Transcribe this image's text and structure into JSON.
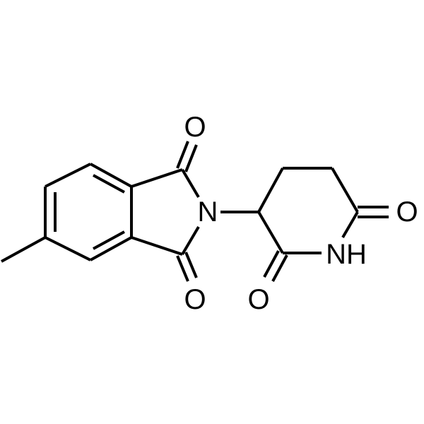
{
  "colors": {
    "background": "#ffffff",
    "ink": "#000000"
  },
  "atoms": {
    "o_top": "O",
    "o_bottom_left": "O",
    "n_imide": "N",
    "o_glutarimide_c2": "O",
    "nh_glutarimide": "NH",
    "o_glutarimide_c6": "O"
  }
}
